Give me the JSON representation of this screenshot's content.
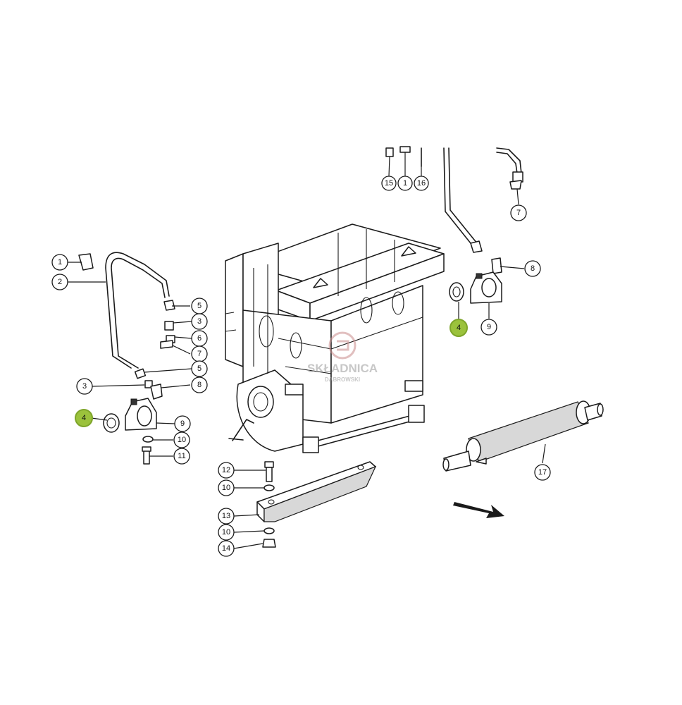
{
  "callouts": {
    "c_1_left": "1",
    "c_2": "2",
    "c_3_left": "3",
    "c_3_mid": "3",
    "c_4_left": "4",
    "c_4_right": "4",
    "c_5_top": "5",
    "c_5_bot": "5",
    "c_6": "6",
    "c_7_left": "7",
    "c_7_right": "7",
    "c_8_left": "8",
    "c_8_right": "8",
    "c_9_left": "9",
    "c_9_right": "9",
    "c_10_a": "10",
    "c_10_b": "10",
    "c_10_c": "10",
    "c_11": "11",
    "c_12": "12",
    "c_13": "13",
    "c_14": "14",
    "c_15": "15",
    "c_1_top": "1",
    "c_16": "16",
    "c_17": "17"
  },
  "highlight_color": "#9bc23c",
  "watermark": {
    "line1": "SKŁADNICA",
    "line2": "DĄBROWSKI",
    "logo_icon": "watermark-logo-icon"
  }
}
